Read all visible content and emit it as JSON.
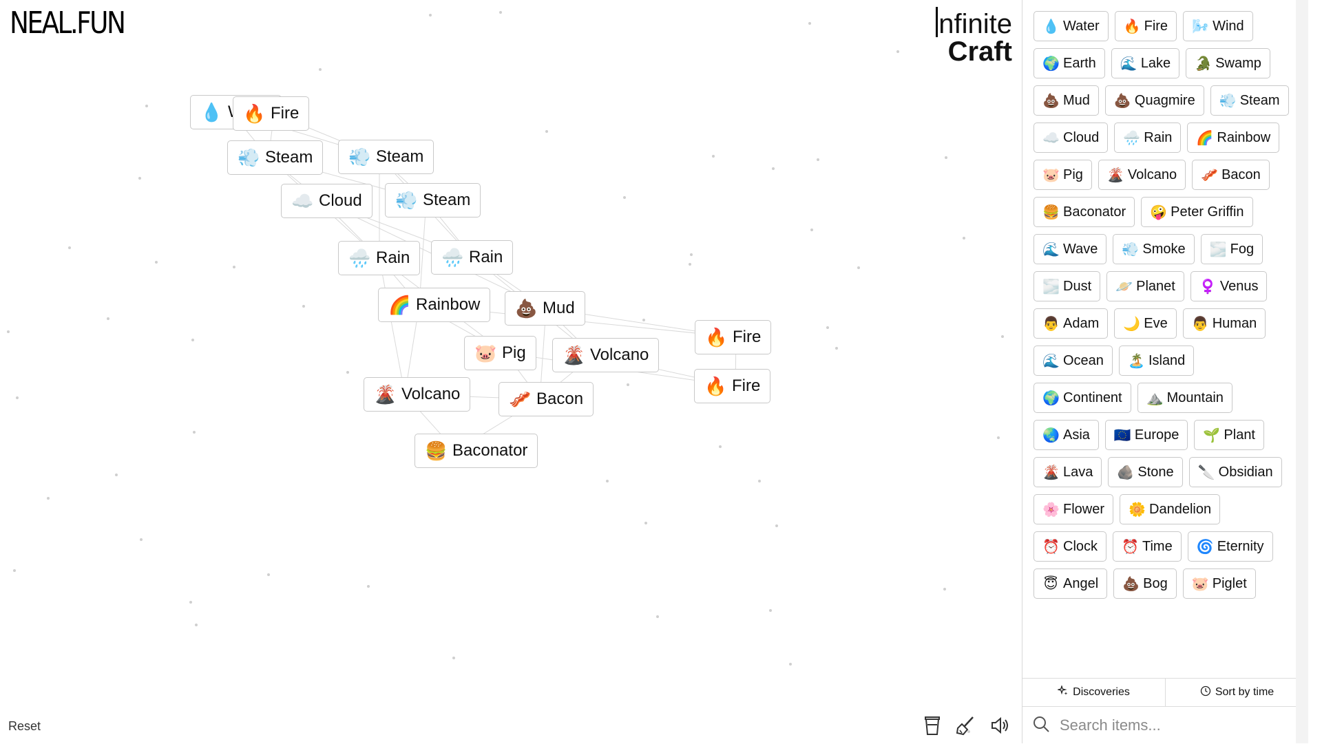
{
  "branding": {
    "logo": "NEAL.FUN",
    "title_line1": "nfinite",
    "title_line2": "Craft"
  },
  "canvas_items": [
    {
      "emoji": "💧",
      "label": "Water"
    },
    {
      "emoji": "🔥",
      "label": "Fire"
    },
    {
      "emoji": "💨",
      "label": "Steam"
    },
    {
      "emoji": "💨",
      "label": "Steam"
    },
    {
      "emoji": "☁️",
      "label": "Cloud"
    },
    {
      "emoji": "💨",
      "label": "Steam"
    },
    {
      "emoji": "🌧️",
      "label": "Rain"
    },
    {
      "emoji": "🌧️",
      "label": "Rain"
    },
    {
      "emoji": "🌈",
      "label": "Rainbow"
    },
    {
      "emoji": "💩",
      "label": "Mud"
    },
    {
      "emoji": "🐷",
      "label": "Pig"
    },
    {
      "emoji": "🌋",
      "label": "Volcano"
    },
    {
      "emoji": "🔥",
      "label": "Fire"
    },
    {
      "emoji": "🔥",
      "label": "Fire"
    },
    {
      "emoji": "🌋",
      "label": "Volcano"
    },
    {
      "emoji": "🥓",
      "label": "Bacon"
    },
    {
      "emoji": "🍔",
      "label": "Baconator"
    }
  ],
  "sidebar_items": [
    {
      "emoji": "💧",
      "label": "Water"
    },
    {
      "emoji": "🔥",
      "label": "Fire"
    },
    {
      "emoji": "🌬️",
      "label": "Wind"
    },
    {
      "emoji": "🌍",
      "label": "Earth"
    },
    {
      "emoji": "🌊",
      "label": "Lake"
    },
    {
      "emoji": "🐊",
      "label": "Swamp"
    },
    {
      "emoji": "💩",
      "label": "Mud"
    },
    {
      "emoji": "💩",
      "label": "Quagmire"
    },
    {
      "emoji": "💨",
      "label": "Steam"
    },
    {
      "emoji": "☁️",
      "label": "Cloud"
    },
    {
      "emoji": "🌧️",
      "label": "Rain"
    },
    {
      "emoji": "🌈",
      "label": "Rainbow"
    },
    {
      "emoji": "🐷",
      "label": "Pig"
    },
    {
      "emoji": "🌋",
      "label": "Volcano"
    },
    {
      "emoji": "🥓",
      "label": "Bacon"
    },
    {
      "emoji": "🍔",
      "label": "Baconator"
    },
    {
      "emoji": "🤪",
      "label": "Peter Griffin"
    },
    {
      "emoji": "🌊",
      "label": "Wave"
    },
    {
      "emoji": "💨",
      "label": "Smoke"
    },
    {
      "emoji": "🌫️",
      "label": "Fog"
    },
    {
      "emoji": "🌫️",
      "label": "Dust"
    },
    {
      "emoji": "🪐",
      "label": "Planet"
    },
    {
      "emoji": "♀️",
      "label": "Venus"
    },
    {
      "emoji": "👨",
      "label": "Adam"
    },
    {
      "emoji": "🌙",
      "label": "Eve"
    },
    {
      "emoji": "👨",
      "label": "Human"
    },
    {
      "emoji": "🌊",
      "label": "Ocean"
    },
    {
      "emoji": "🏝️",
      "label": "Island"
    },
    {
      "emoji": "🌍",
      "label": "Continent"
    },
    {
      "emoji": "⛰️",
      "label": "Mountain"
    },
    {
      "emoji": "🌏",
      "label": "Asia"
    },
    {
      "emoji": "🇪🇺",
      "label": "Europe"
    },
    {
      "emoji": "🌱",
      "label": "Plant"
    },
    {
      "emoji": "🌋",
      "label": "Lava"
    },
    {
      "emoji": "🪨",
      "label": "Stone"
    },
    {
      "emoji": "🔪",
      "label": "Obsidian"
    },
    {
      "emoji": "🌸",
      "label": "Flower"
    },
    {
      "emoji": "🌼",
      "label": "Dandelion"
    },
    {
      "emoji": "⏰",
      "label": "Clock"
    },
    {
      "emoji": "⏰",
      "label": "Time"
    },
    {
      "emoji": "🌀",
      "label": "Eternity"
    },
    {
      "emoji": "😇",
      "label": "Angel"
    },
    {
      "emoji": "💩",
      "label": "Bog"
    },
    {
      "emoji": "🐷",
      "label": "Piglet"
    }
  ],
  "footer": {
    "reset_label": "Reset",
    "tab_discoveries": "Discoveries",
    "tab_sort": "Sort by time",
    "search_placeholder": "Search items..."
  },
  "tool_icons": [
    "coffee-cup-icon",
    "broom-icon",
    "speaker-icon"
  ]
}
